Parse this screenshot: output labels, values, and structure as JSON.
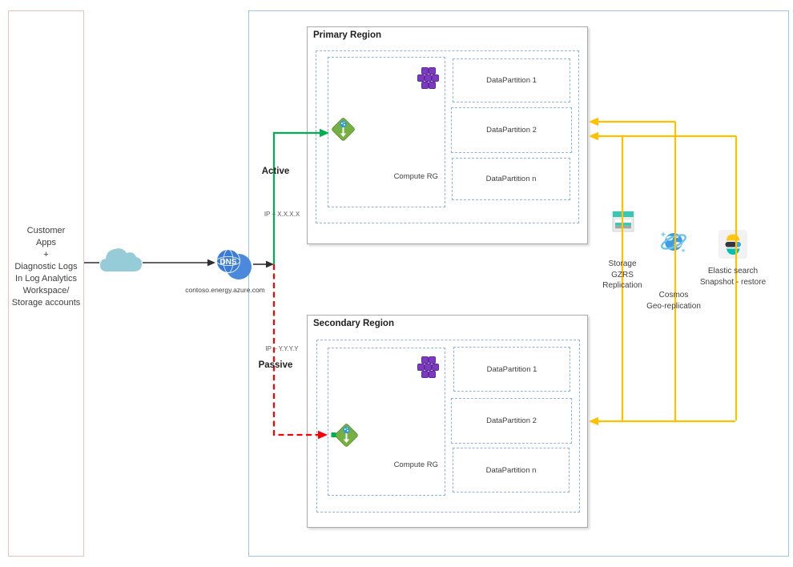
{
  "colors": {
    "active_green": "#00B050",
    "passive_red": "#FF0000",
    "replication_yellow": "#FFC000",
    "dashed_blue": "#8DB4E2",
    "outer_border_blue": "#9DC3E6",
    "left_box_border": "#F0C2B6",
    "cloud_blue": "#96CBD8",
    "dns_blue": "#3A7BD5",
    "cluster_purple": "#7D3AC1",
    "gateway_green": "#76B043",
    "storage_teal": "#38C7B4",
    "cosmos_blue": "#3E9DE5",
    "elastic_yellow": "#FEC514",
    "elastic_teal": "#00BFB3",
    "elastic_dark": "#343741"
  },
  "left_panel": {
    "lines": [
      "Customer",
      "Apps",
      "+",
      "Diagnostic Logs",
      "In Log Analytics",
      "Workspace/",
      "Storage accounts"
    ]
  },
  "dns": {
    "label": "DNS",
    "domain": "contoso.energy.azure.com"
  },
  "routing": {
    "active_label": "Active",
    "passive_label": "Passive",
    "ip_primary": "IP – X.X.X.X",
    "ip_secondary": "IP – Y.Y.Y.Y"
  },
  "primary": {
    "title": "Primary Region",
    "compute_label": "Compute RG",
    "partitions": [
      "DataPartition 1",
      "DataPartition 2",
      "DataPartition n"
    ]
  },
  "secondary": {
    "title": "Secondary Region",
    "compute_label": "Compute RG",
    "partitions": [
      "DataPartition 1",
      "DataPartition 2",
      "DataPartition n"
    ]
  },
  "replication": {
    "storage": {
      "lines": [
        "Storage",
        "GZRS",
        "Replication"
      ]
    },
    "cosmos": {
      "lines": [
        "Cosmos",
        "Geo-replication"
      ]
    },
    "elastic": {
      "lines": [
        "Elastic search",
        "Snapshot - restore"
      ]
    }
  }
}
